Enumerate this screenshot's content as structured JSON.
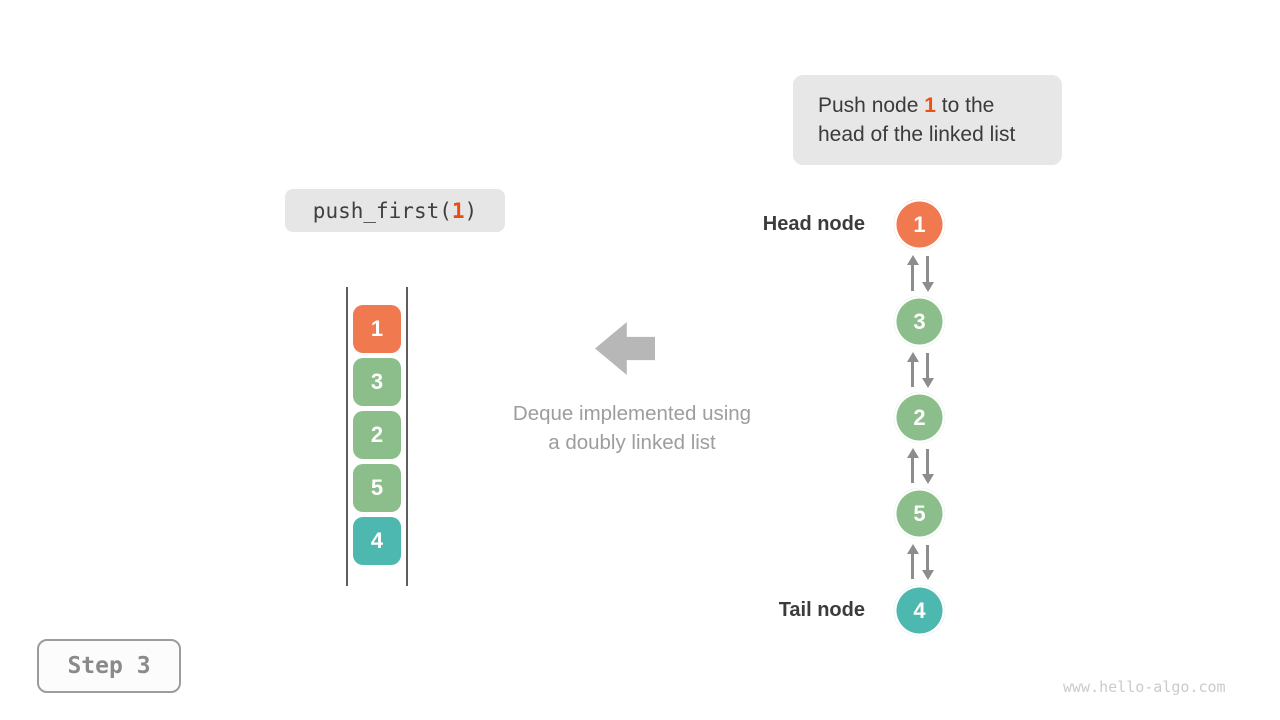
{
  "explanation": {
    "line1_prefix": "Push node ",
    "highlight": "1",
    "line1_suffix": " to the",
    "line2": "head of the linked list"
  },
  "operation": {
    "prefix": "push_first(",
    "argument": "1",
    "suffix": ")"
  },
  "deque_caption": {
    "line1": "Deque implemented using",
    "line2": "a doubly linked list"
  },
  "stack_view": {
    "items": [
      {
        "value": "1",
        "color": "orange"
      },
      {
        "value": "3",
        "color": "green"
      },
      {
        "value": "2",
        "color": "green"
      },
      {
        "value": "5",
        "color": "green"
      },
      {
        "value": "4",
        "color": "teal"
      }
    ]
  },
  "linked_list": {
    "head_label": "Head node",
    "tail_label": "Tail node",
    "nodes": [
      {
        "value": "1",
        "color": "orange"
      },
      {
        "value": "3",
        "color": "green"
      },
      {
        "value": "2",
        "color": "green"
      },
      {
        "value": "5",
        "color": "green"
      },
      {
        "value": "4",
        "color": "teal"
      }
    ]
  },
  "step_badge": {
    "label": "Step 3"
  },
  "watermark": "www.hello-algo.com",
  "colors": {
    "orange": "#F0794F",
    "green": "#8BBE8B",
    "teal": "#4CB8B0",
    "highlight_orange": "#EB5211",
    "arrow_gray": "#8D8D8D",
    "caption_gray": "#9D9D9D",
    "bubble_gray": "#E7E7E7"
  }
}
